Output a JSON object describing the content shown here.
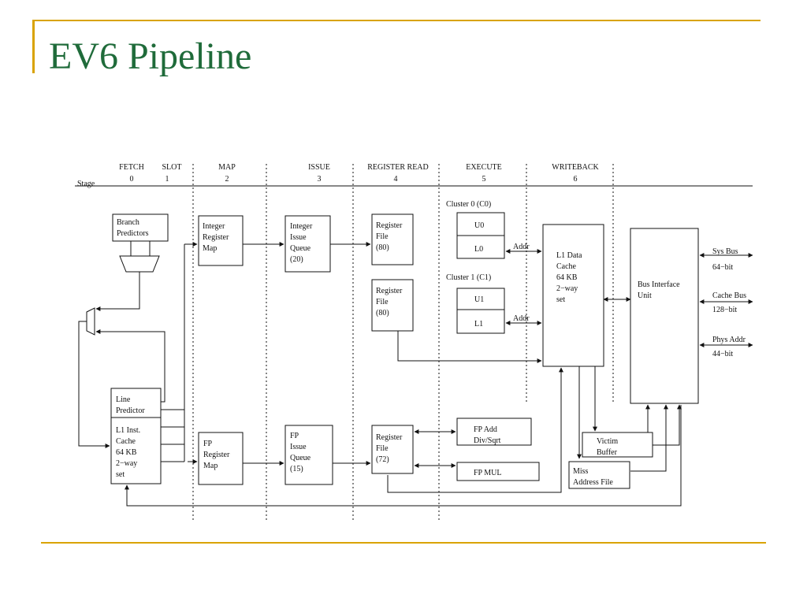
{
  "slide": {
    "title": "EV6 Pipeline"
  },
  "colors": {
    "title": "#1f6b3a",
    "accent": "#d9a300",
    "line": "#111111"
  },
  "diagram": {
    "stage_label": "Stage",
    "stages": [
      {
        "name": "FETCH",
        "num": "0"
      },
      {
        "name": "SLOT",
        "num": "1"
      },
      {
        "name": "MAP",
        "num": "2"
      },
      {
        "name": "ISSUE",
        "num": "3"
      },
      {
        "name": "REGISTER READ",
        "num": "4"
      },
      {
        "name": "EXECUTE",
        "num": "5"
      },
      {
        "name": "WRITEBACK",
        "num": "6"
      }
    ],
    "boxes": {
      "branch_predictors": [
        "Branch",
        "Predictors"
      ],
      "line_predictor": [
        "Line",
        "Predictor"
      ],
      "l1_inst_cache": [
        "L1 Inst.",
        "Cache",
        "64 KB",
        "2−way",
        "set"
      ],
      "int_reg_map": [
        "Integer",
        "Register",
        "Map"
      ],
      "fp_reg_map": [
        "FP",
        "Register",
        "Map"
      ],
      "int_issue_queue": [
        "Integer",
        "Issue",
        "Queue",
        "(20)"
      ],
      "fp_issue_queue": [
        "FP",
        "Issue",
        "Queue",
        "(15)"
      ],
      "reg_file_0": [
        "Register",
        "File",
        "(80)"
      ],
      "reg_file_1": [
        "Register",
        "File",
        "(80)"
      ],
      "fp_reg_file": [
        "Register",
        "File",
        "(72)"
      ],
      "u0": [
        "U0"
      ],
      "l0": [
        "L0"
      ],
      "u1": [
        "U1"
      ],
      "l1": [
        "L1"
      ],
      "fp_add": [
        "FP Add",
        "Div/Sqrt"
      ],
      "fp_mul": [
        "FP MUL"
      ],
      "l1_data_cache": [
        "L1 Data",
        "Cache",
        "64 KB",
        "2−way",
        "set"
      ],
      "victim_buffer": [
        "Victim",
        "Buffer"
      ],
      "miss_address_file": [
        "Miss",
        "Address File"
      ],
      "bus_interface_unit": [
        "Bus Interface",
        "Unit"
      ]
    },
    "labels": {
      "cluster0": "Cluster 0 (C0)",
      "cluster1": "Cluster 1 (C1)",
      "addr0": "Addr",
      "addr1": "Addr",
      "sys_bus": "Sys Bus",
      "sys_bus_width": "64−bit",
      "cache_bus": "Cache Bus",
      "cache_bus_width": "128−bit",
      "phys_addr": "Phys Addr",
      "phys_addr_width": "44−bit"
    }
  }
}
